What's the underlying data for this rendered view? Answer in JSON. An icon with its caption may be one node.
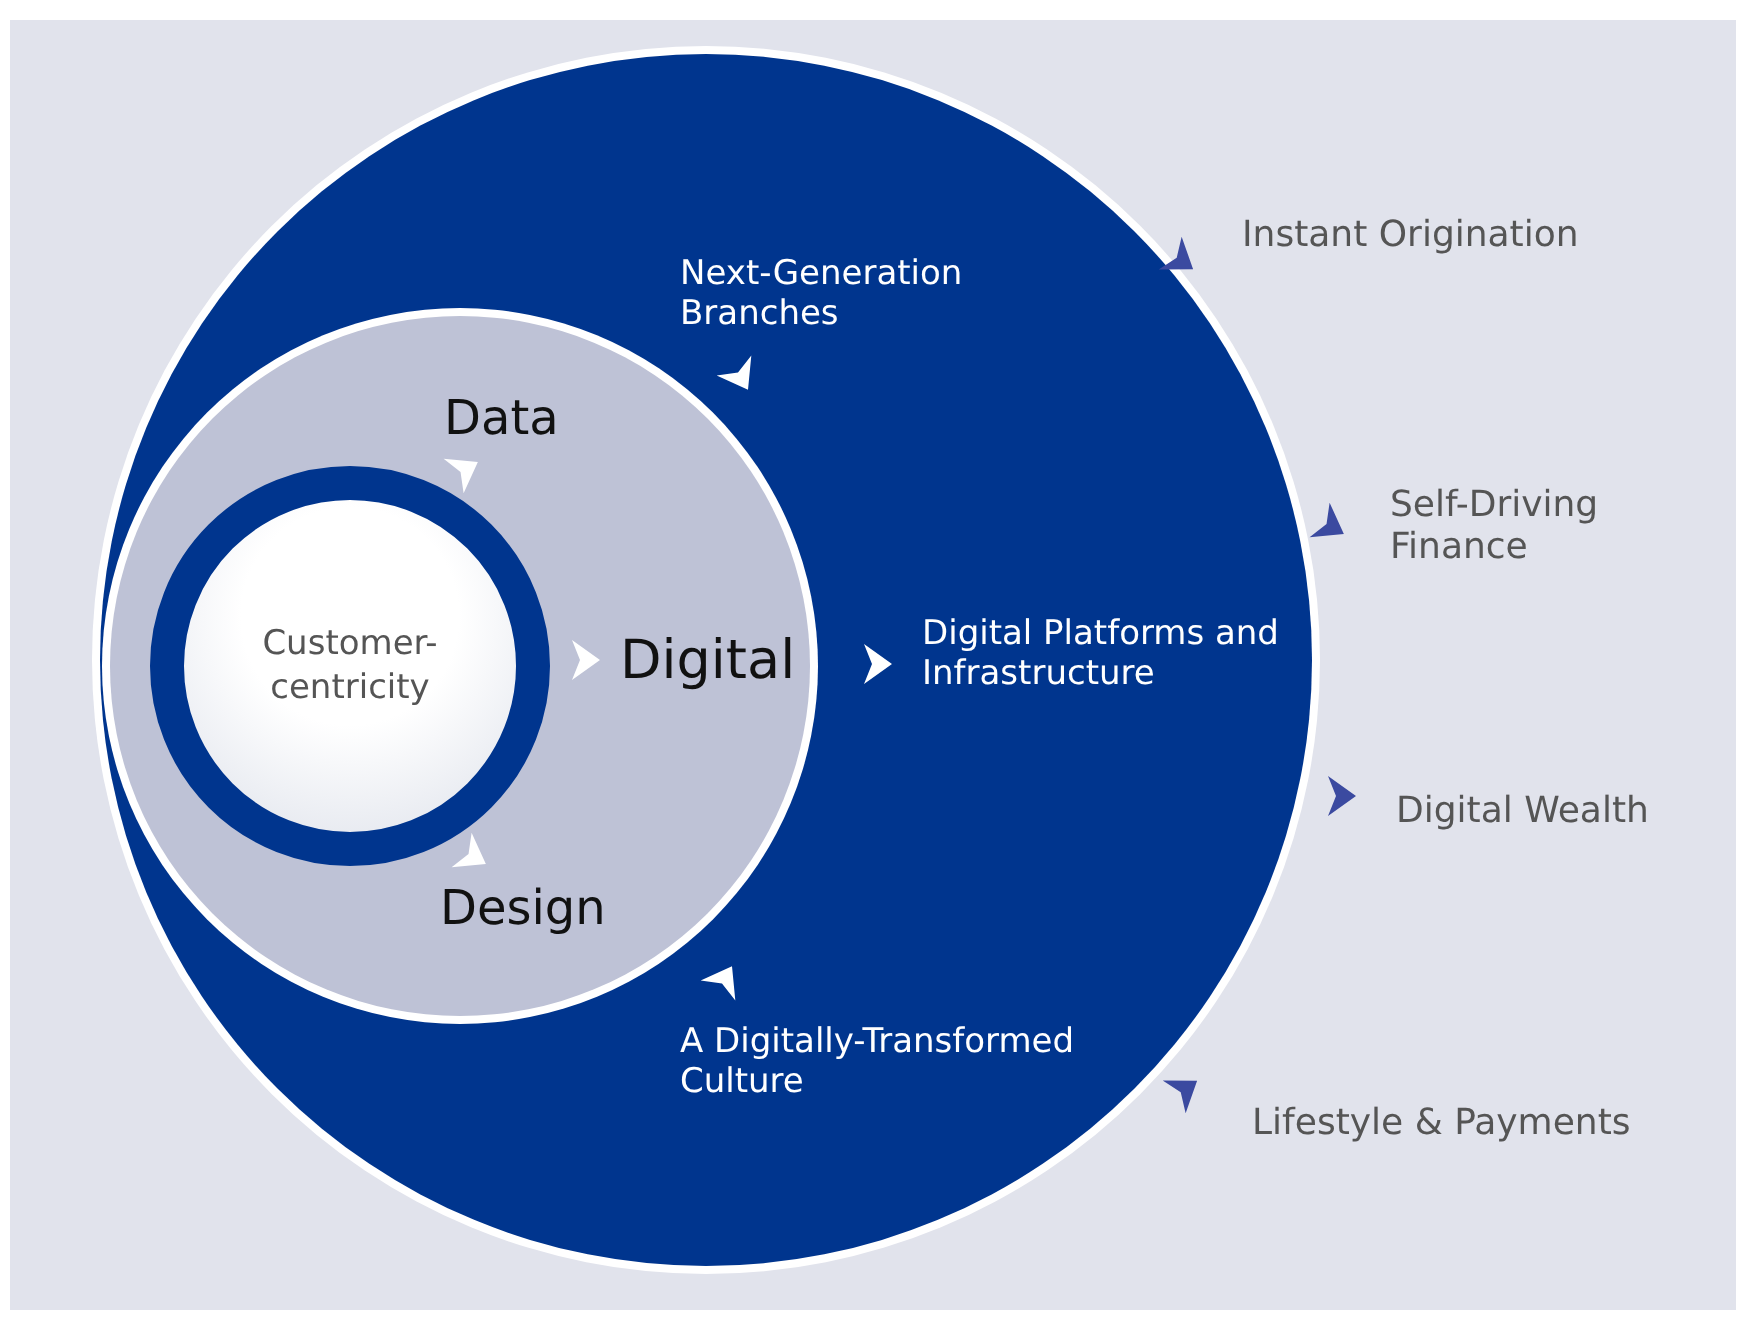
{
  "diagram": {
    "nodes": [
      {
        "text": [
          "Next-Generation Branches",
          "Digital Platforms and Infrastructure",
          "A Digitally-Transformed Culture"
        ]
      },
      {
        "text": [
          "Data",
          "Digital",
          "Design"
        ],
        "in": 0
      },
      {
        "text": [
          "Customer-centricity"
        ],
        "in": 1
      }
    ],
    "labels": [
      "Instant Origination",
      "Self-Driving Finance",
      "Digital Wealth",
      "Lifestyle & Payments"
    ]
  }
}
